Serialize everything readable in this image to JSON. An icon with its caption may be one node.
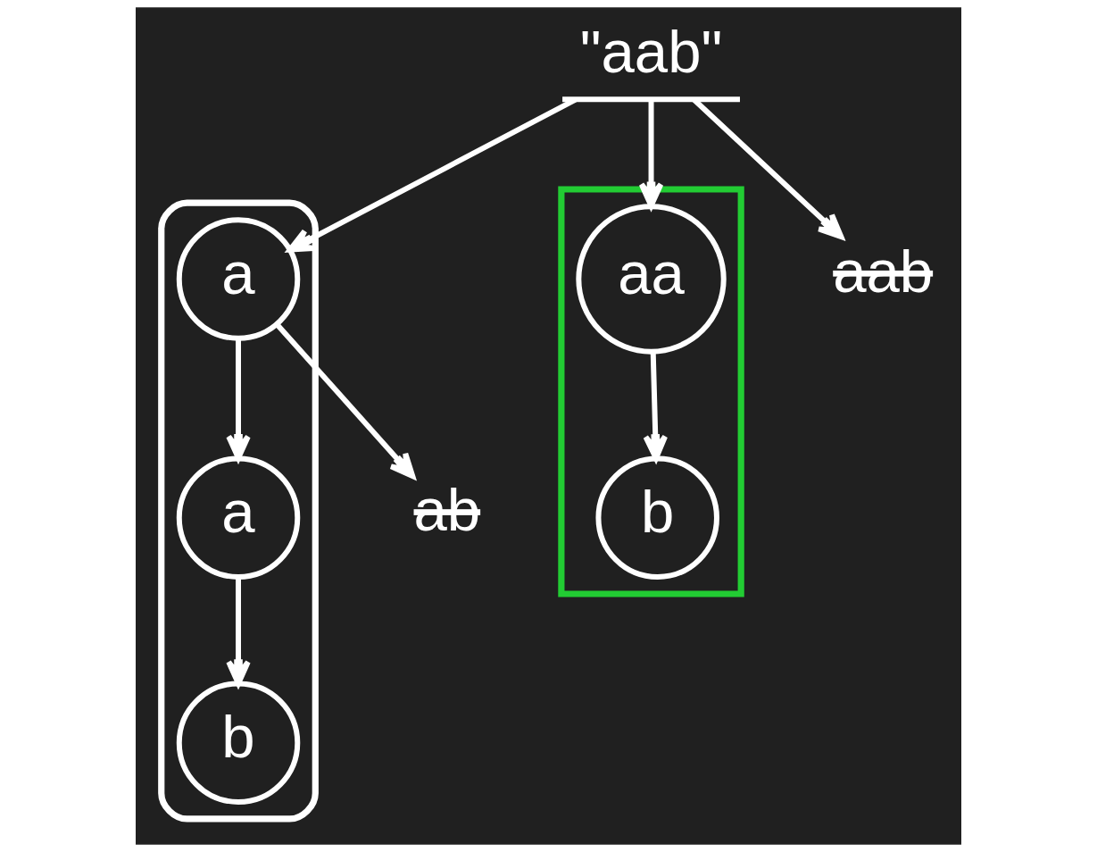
{
  "diagram": {
    "nodes": [
      {
        "text": [
          "\"aab\""
        ]
      },
      {
        "text": [],
        "shape": "band"
      },
      {
        "text": [
          "a"
        ],
        "in": 1
      },
      {
        "text": [
          "a"
        ],
        "in": 1
      },
      {
        "text": [
          "b"
        ],
        "in": 1
      },
      {
        "text": [
          "ab"
        ]
      },
      {
        "text": [],
        "shape": "box"
      },
      {
        "text": [
          "aa"
        ],
        "in": 6
      },
      {
        "text": [
          "b"
        ],
        "in": 6
      },
      {
        "text": [
          "aab"
        ]
      }
    ],
    "edges": [
      {
        "from": 0,
        "to": 2,
        "arrow": "to"
      },
      {
        "from": 0,
        "to": 7,
        "arrow": "to"
      },
      {
        "from": 0,
        "to": 9,
        "arrow": "to"
      },
      {
        "from": 2,
        "to": 3,
        "arrow": "to"
      },
      {
        "from": 2,
        "to": 5,
        "arrow": "to"
      },
      {
        "from": 3,
        "to": 4,
        "arrow": "to"
      },
      {
        "from": 7,
        "to": 8,
        "arrow": "to"
      }
    ]
  }
}
